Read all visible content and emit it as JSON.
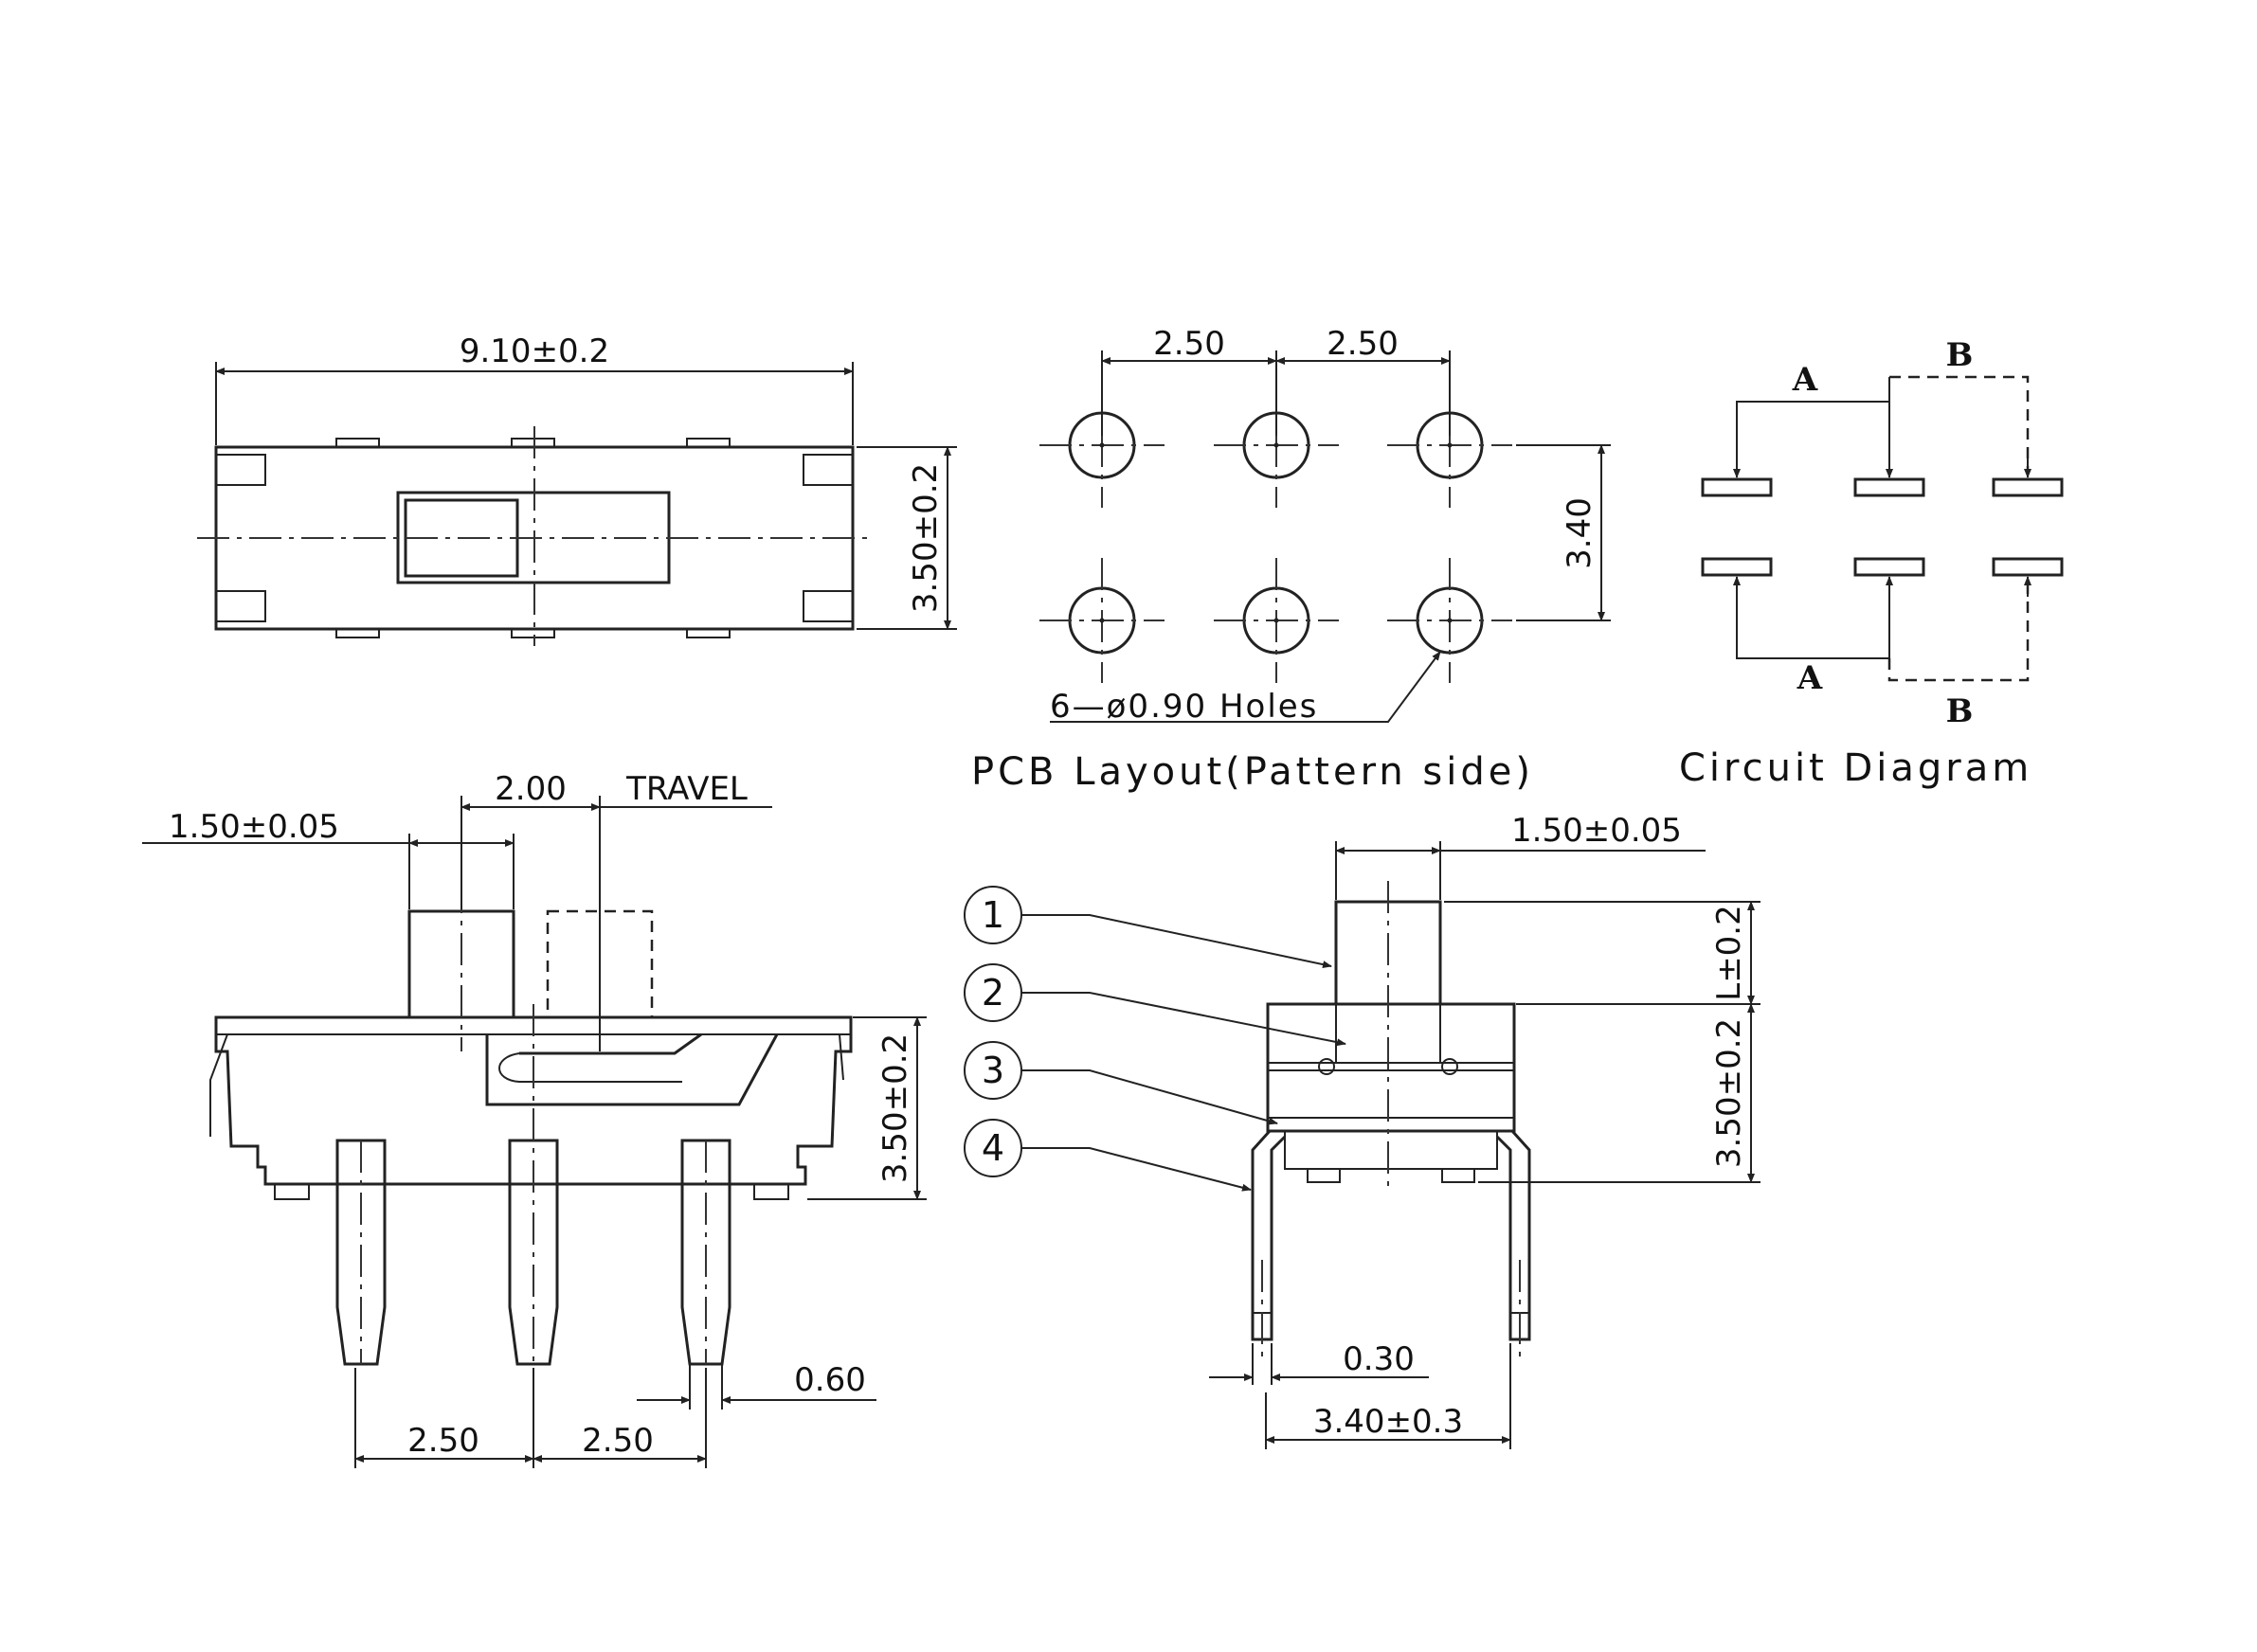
{
  "top_view": {
    "width_dim": "9.10±0.2",
    "height_dim": "3.50±0.2"
  },
  "pcb_layout": {
    "pitch_left": "2.50",
    "pitch_right": "2.50",
    "row_spacing": "3.40",
    "holes_note": "6—ø0.90 Holes",
    "caption": "PCB Layout(Pattern side)"
  },
  "circuit_diagram": {
    "caption": "Circuit Diagram",
    "label_a_top": "A",
    "label_b_top": "B",
    "label_a_bottom": "A",
    "label_b_bottom": "B"
  },
  "side_view": {
    "travel_dim": "2.00",
    "travel_label": "TRAVEL",
    "actuator_width_dim": "1.50±0.05",
    "body_height_dim": "3.50±0.2",
    "pin_width_dim": "0.60",
    "pitch_left": "2.50",
    "pitch_right": "2.50"
  },
  "end_view": {
    "actuator_width_dim": "1.50±0.05",
    "actuator_height_dim": "L±0.2",
    "body_height_dim": "3.50±0.2",
    "pin_thickness_dim": "0.30",
    "pin_span_dim": "3.40±0.3",
    "callouts": [
      "1",
      "2",
      "3",
      "4"
    ]
  }
}
